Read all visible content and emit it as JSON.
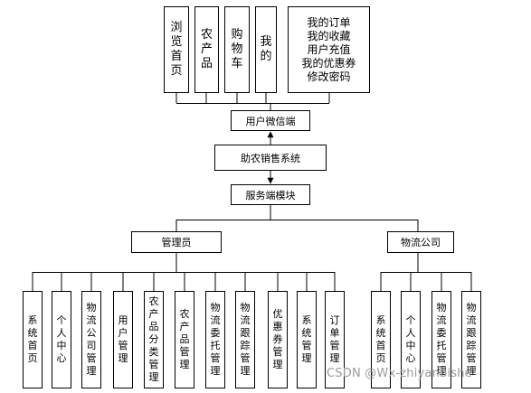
{
  "top_menu": {
    "items": [
      "浏览首页",
      "农产品",
      "购物车",
      "我的"
    ],
    "my_menu": [
      "我的订单",
      "我的收藏",
      "用户充值",
      "我的优惠券",
      "修改密码"
    ]
  },
  "wechat_client": "用户微信端",
  "system": "助农销售系统",
  "server": "服务端模块",
  "admin": {
    "label": "管理员",
    "children": [
      "系统首页",
      "个人中心",
      "物流公司管理",
      "用户管理",
      "农产品分类管理",
      "农产品管理",
      "物流委托管理",
      "物流跟踪管理",
      "优惠券管理",
      "系统管理",
      "订单管理"
    ]
  },
  "logistics": {
    "label": "物流公司",
    "children": [
      "系统首页",
      "个人中心",
      "物流委托管理",
      "物流跟踪管理"
    ]
  },
  "watermark": "CSDN @Wx-zhiyanbishe",
  "colors": {
    "line": "#000000",
    "box_border": "#000000",
    "background": "#ffffff",
    "watermark": "#9a9a9a"
  }
}
